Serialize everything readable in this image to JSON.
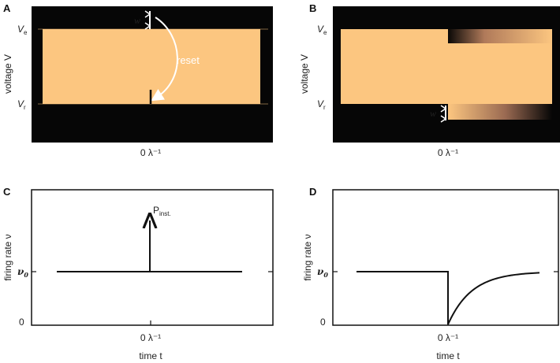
{
  "panels": {
    "A": {
      "letter": "A",
      "ylabel": "voltage V",
      "ve_label": "V",
      "ve_sub": "e",
      "vr_label": "V",
      "vr_sub": "r",
      "w_label": "w",
      "reset_label": "reset",
      "xtick": "0 λ⁻¹"
    },
    "B": {
      "letter": "B",
      "ylabel": "voltage V",
      "ve_label": "V",
      "ve_sub": "e",
      "vr_label": "V",
      "vr_sub": "r",
      "w_label": "w",
      "xtick": "0 λ⁻¹"
    },
    "C": {
      "letter": "C",
      "ylabel": "firing rate ν",
      "nu0_label": "ν",
      "nu0_sub": "0",
      "zero_label": "0",
      "pinst_label": "P",
      "pinst_sub": "inst.",
      "xtick": "0 λ⁻¹",
      "xlabel": "time t"
    },
    "D": {
      "letter": "D",
      "ylabel": "firing rate ν",
      "nu0_label": "ν",
      "nu0_sub": "0",
      "zero_label": "0",
      "xtick": "0 λ⁻¹",
      "xlabel": "time t"
    }
  },
  "colors": {
    "band": "#fcc680",
    "background": "#060606",
    "curve": "#111111"
  }
}
